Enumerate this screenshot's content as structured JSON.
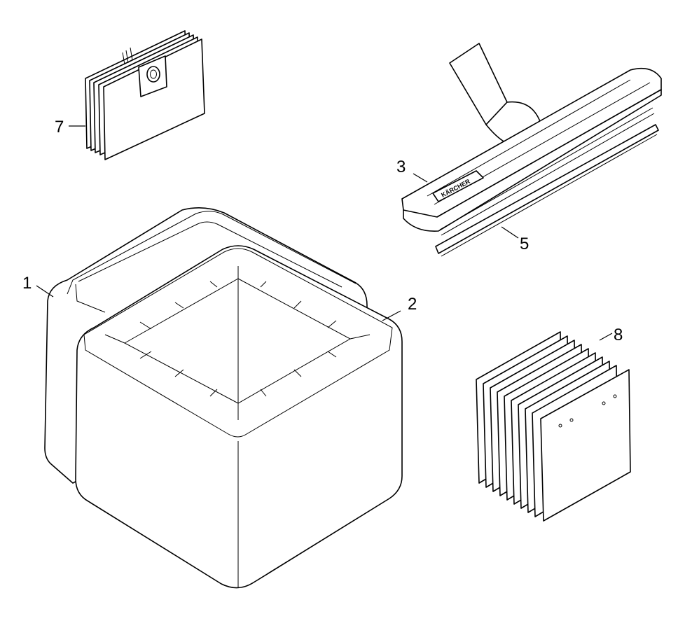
{
  "parts": [
    {
      "id": "filter-bag-1",
      "label": "1"
    },
    {
      "id": "filter-bag-2",
      "label": "2"
    },
    {
      "id": "floor-nozzle",
      "label": "3"
    },
    {
      "id": "brush-strips",
      "label": "5"
    },
    {
      "id": "paper-filter-bags",
      "label": "7"
    },
    {
      "id": "filter-sheets",
      "label": "8"
    }
  ],
  "nozzle_brand": "KÄRCHER"
}
